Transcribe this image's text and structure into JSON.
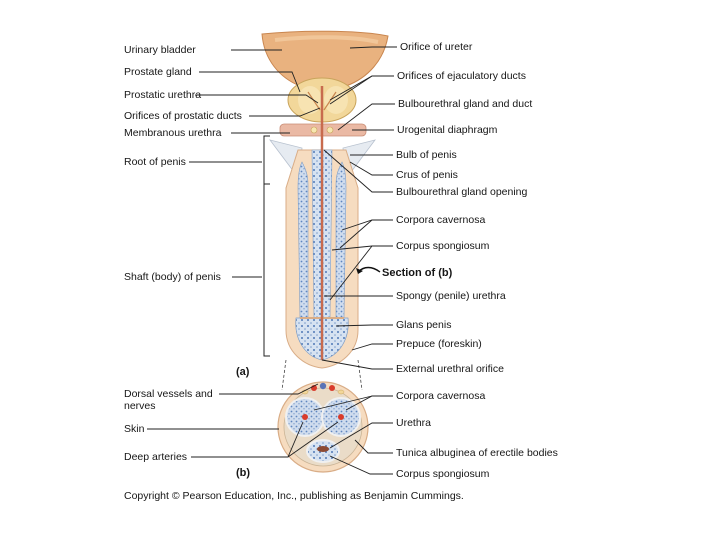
{
  "left_labels": {
    "urinary_bladder": "Urinary bladder",
    "prostate_gland": "Prostate gland",
    "prostatic_urethra": "Prostatic urethra",
    "orifices_prostatic_ducts": "Orifices of prostatic ducts",
    "membranous_urethra": "Membranous urethra",
    "root_of_penis": "Root of penis",
    "shaft_of_penis": "Shaft (body) of penis",
    "dorsal_vessels_line1": "Dorsal vessels and",
    "dorsal_vessels_line2": "nerves",
    "skin": "Skin",
    "deep_arteries": "Deep arteries"
  },
  "right_labels": {
    "orifice_of_ureter": "Orifice of ureter",
    "orifices_ejaculatory_ducts": "Orifices of ejaculatory ducts",
    "bulbourethral_gland_duct": "Bulbourethral gland and duct",
    "urogenital_diaphragm": "Urogenital diaphragm",
    "bulb_of_penis": "Bulb of penis",
    "crus_of_penis": "Crus of penis",
    "bulbourethral_opening": "Bulbourethral gland opening",
    "corpora_cavernosa_a": "Corpora cavernosa",
    "corpus_spongiosum_a": "Corpus spongiosum",
    "section_of_b": "Section of (b)",
    "spongy_urethra": "Spongy (penile) urethra",
    "glans_penis": "Glans penis",
    "prepuce": "Prepuce (foreskin)",
    "external_urethral_orifice": "External urethral orifice",
    "corpora_cavernosa_b": "Corpora cavernosa",
    "urethra": "Urethra",
    "tunica_albuginea": "Tunica albuginea of erectile bodies",
    "corpus_spongiosum_b": "Corpus spongiosum"
  },
  "panel_labels": {
    "a": "(a)",
    "b": "(b)"
  },
  "copyright": "Copyright © Pearson Education, Inc., publishing as Benjamin Cummings.",
  "colors": {
    "bladder": "#e9b27f",
    "prostate": "#f2d79a",
    "skin": "#f6dcc0",
    "erectile_tissue": "#c9d8ec",
    "erectile_dots": "#5f86bf",
    "urethra": "#b9573c",
    "vessel_red": "#d93b2b",
    "leader_line": "#222222"
  }
}
